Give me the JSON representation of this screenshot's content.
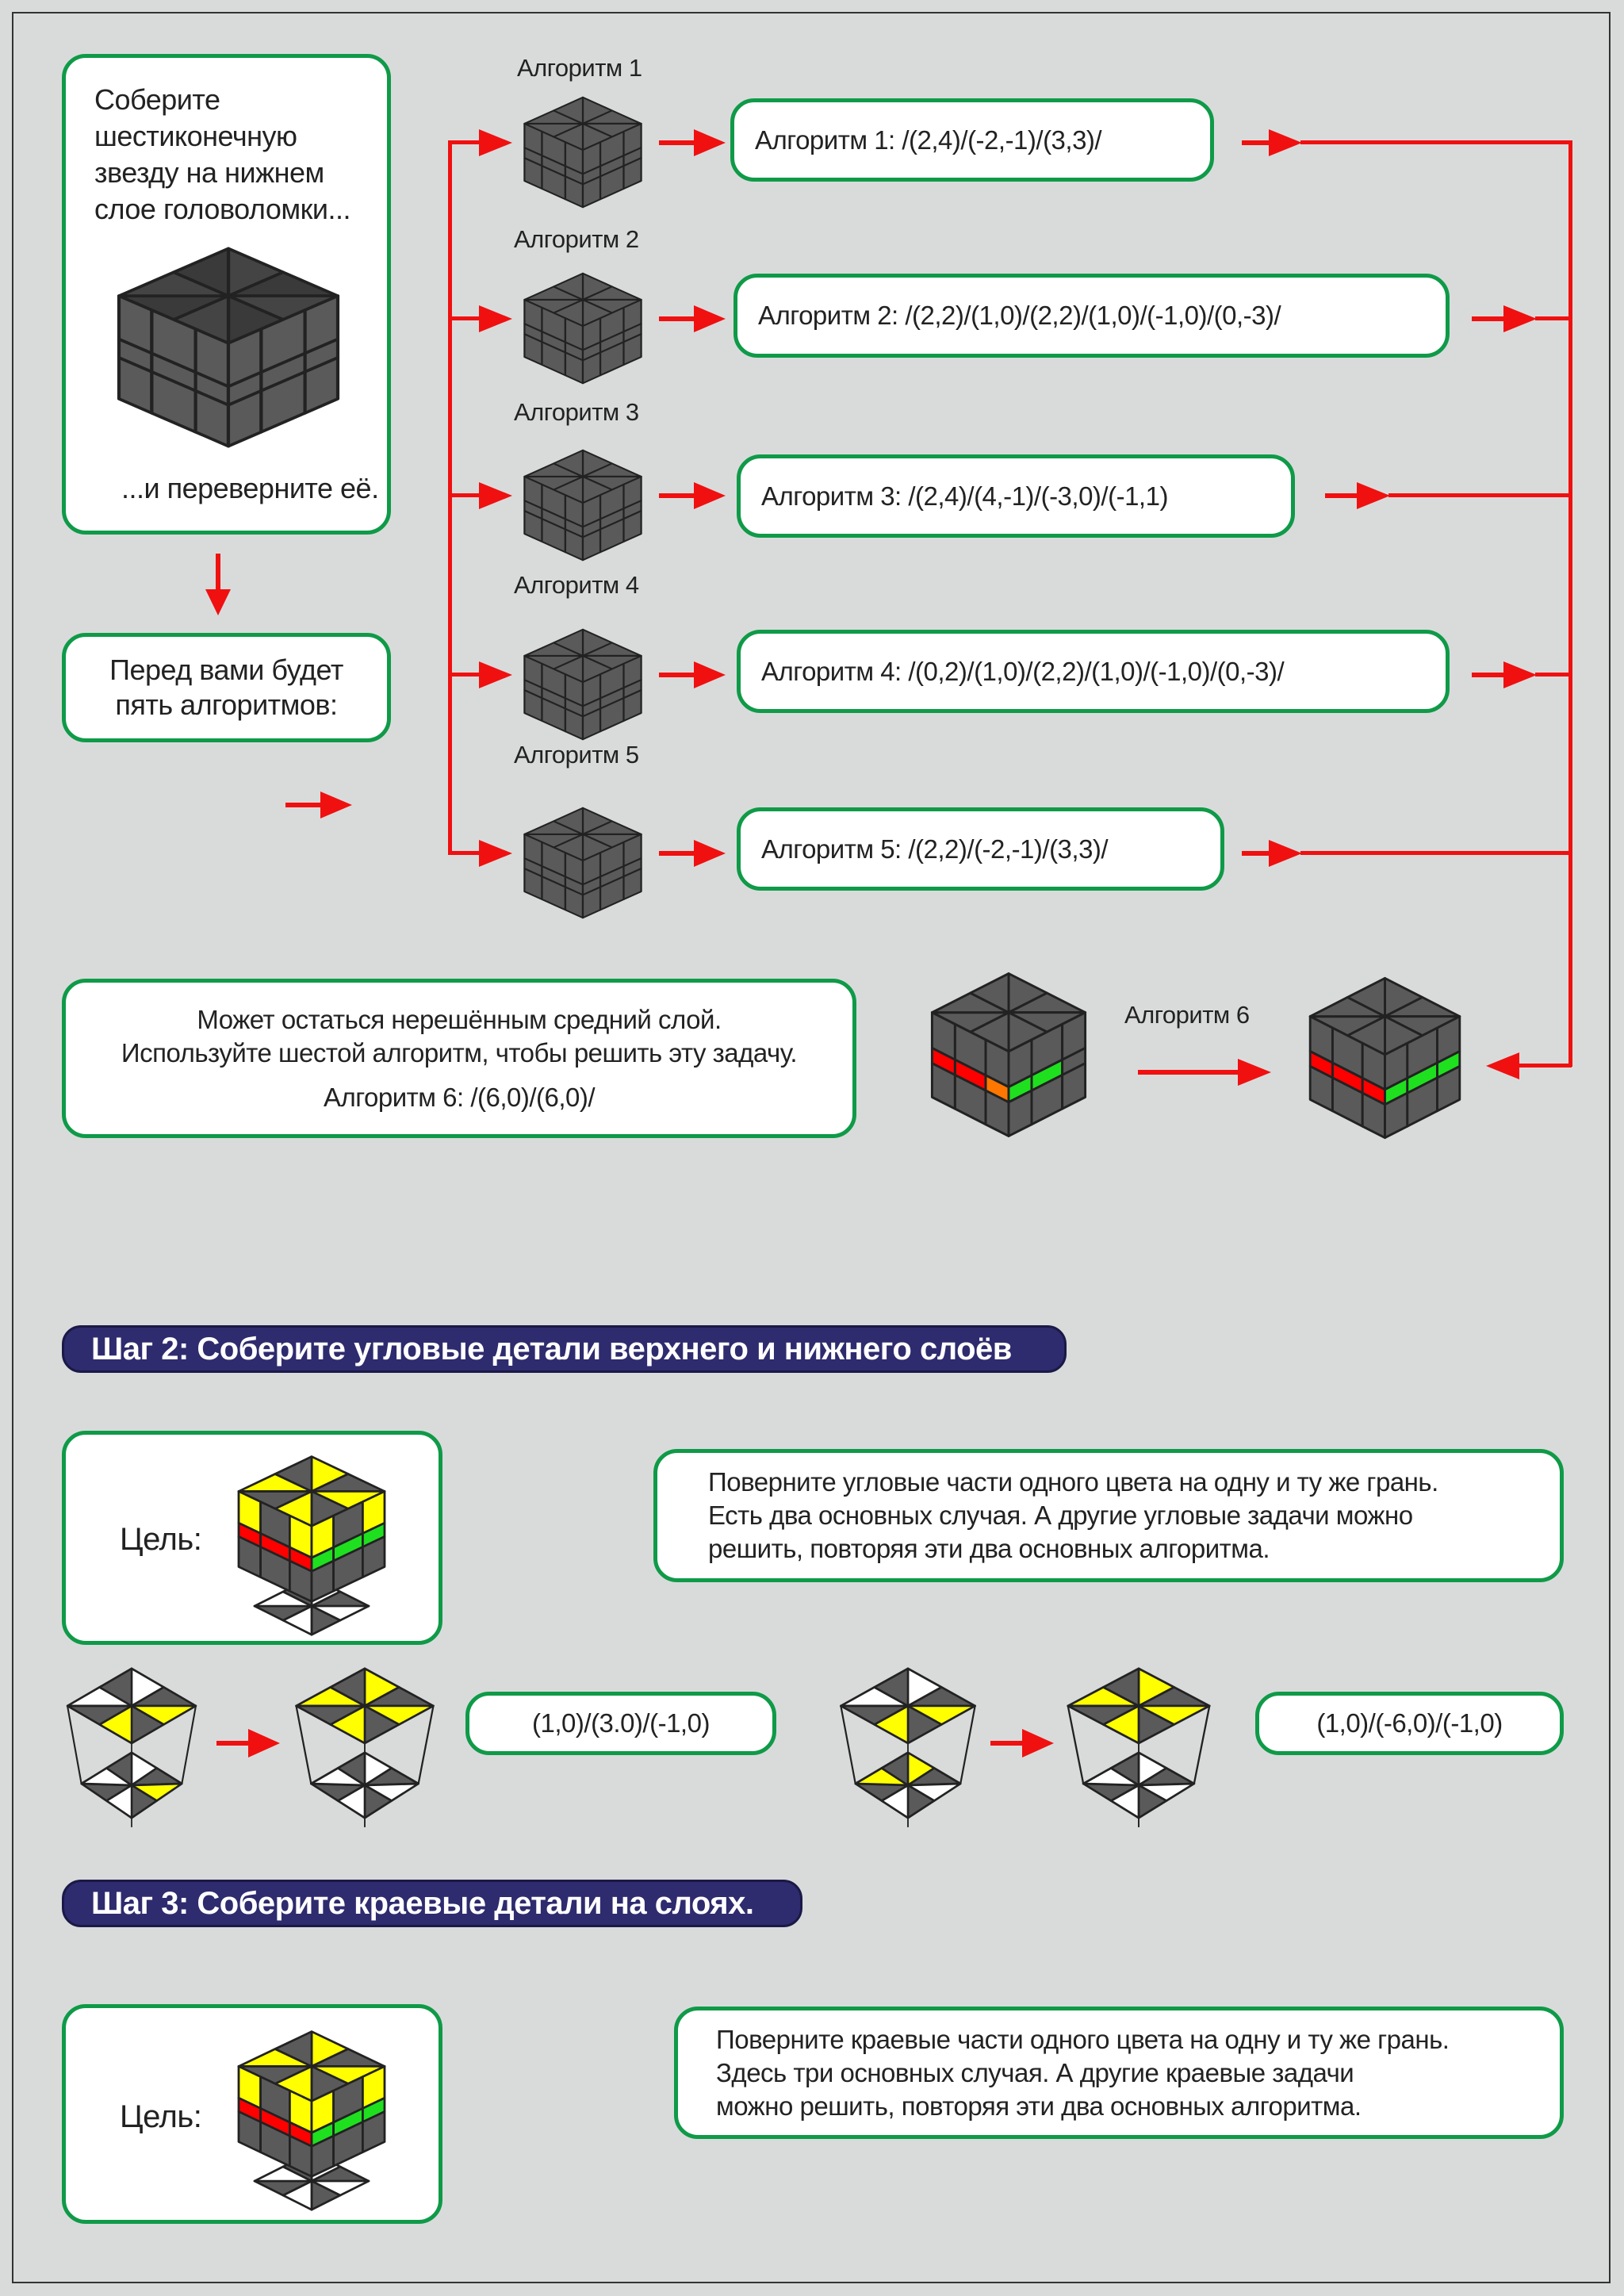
{
  "intro": {
    "lines": [
      "Соберите",
      "шестиконечную",
      "звезду на нижнем",
      "слое головоломки..."
    ],
    "footer": "...и переверните её."
  },
  "five_algos_note": {
    "lines": [
      "Перед вами будет",
      "пять алгоритмов:"
    ]
  },
  "algorithms": [
    {
      "title": "Алгоритм 1",
      "text": "Алгоритм 1: /(2,4)/(-2,-1)/(3,3)/"
    },
    {
      "title": "Алгоритм 2",
      "text": "Алгоритм 2: /(2,2)/(1,0)/(2,2)/(1,0)/(-1,0)/(0,-3)/"
    },
    {
      "title": "Алгоритм 3",
      "text": "Алгоритм 3: /(2,4)/(4,-1)/(-3,0)/(-1,1)"
    },
    {
      "title": "Алгоритм 4",
      "text": "Алгоритм 4: /(0,2)/(1,0)/(2,2)/(1,0)/(-1,0)/(0,-3)/"
    },
    {
      "title": "Алгоритм 5",
      "text": "Алгоритм 5: /(2,2)/(-2,-1)/(3,3)/"
    }
  ],
  "middle_layer": {
    "lines": [
      "Может остаться нерешённым средний слой.",
      "Используйте шестой алгоритм, чтобы решить эту задачу."
    ],
    "algo": "Алгоритм 6: /(6,0)/(6,0)/",
    "arrow_label": "Алгоритм 6"
  },
  "step2": {
    "title": "Шаг 2: Соберите угловые детали верхнего и нижнего слоёв",
    "goal_label": "Цель:",
    "description": [
      "Поверните угловые части одного цвета на одну и ту же грань.",
      "Есть два основных случая. А другие угловые задачи можно",
      "решить, повторяя эти два основных алгоритма."
    ],
    "case1": "(1,0)/(3.0)/(-1,0)",
    "case2": "(1,0)/(-6,0)/(-1,0)"
  },
  "step3": {
    "title": "Шаг 3: Соберите краевые детали на слоях.",
    "goal_label": "Цель:",
    "description": [
      "Поверните краевые части одного цвета на одну и ту же грань.",
      "Здесь три основных случая. А другие краевые задачи",
      "можно решить, повторяя эти два основных алгоритма."
    ]
  },
  "colors": {
    "accent_red": "#f01010",
    "box_border": "#0f9a48",
    "step_header": "#2e2b6e",
    "piece_gray": "#5a5a5a",
    "yellow": "#ffff00",
    "green": "#1fe01f"
  }
}
